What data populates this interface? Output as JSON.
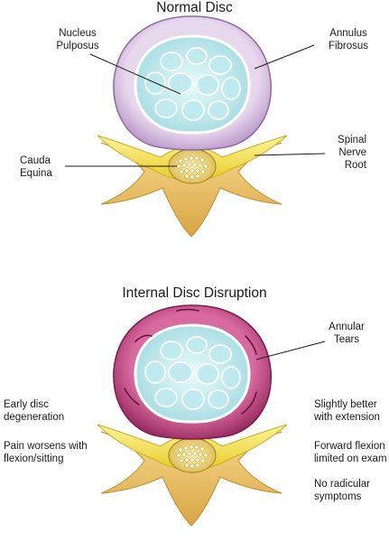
{
  "top": {
    "title": "Normal Disc",
    "labels": {
      "nucleus": "Nucleus\nPulposus",
      "annulus": "Annulus\nFibrosus",
      "cauda": "Cauda\nEquina",
      "spinal_nerve": "Spinal\nNerve\nRoot"
    }
  },
  "bottom": {
    "title": "Internal Disc Disruption",
    "labels": {
      "annular_tears": "Annular\nTears",
      "early_degeneration": "Early disc\ndegeneration",
      "pain_worsens": "Pain worsens with\nflexion/sitting",
      "slightly_better": "Slightly better\nwith extension",
      "forward_flexion": "Forward flexion\nlimited on exam",
      "no_radicular": "No radicular\nsymptoms"
    }
  },
  "colors": {
    "normal_annulus": "#d9c2e3",
    "disrupted_annulus": "#b8417a",
    "nucleus_fill": "#c8eef2",
    "nerve_yellow": "#f4e24a",
    "bone": "#e8c16a"
  }
}
